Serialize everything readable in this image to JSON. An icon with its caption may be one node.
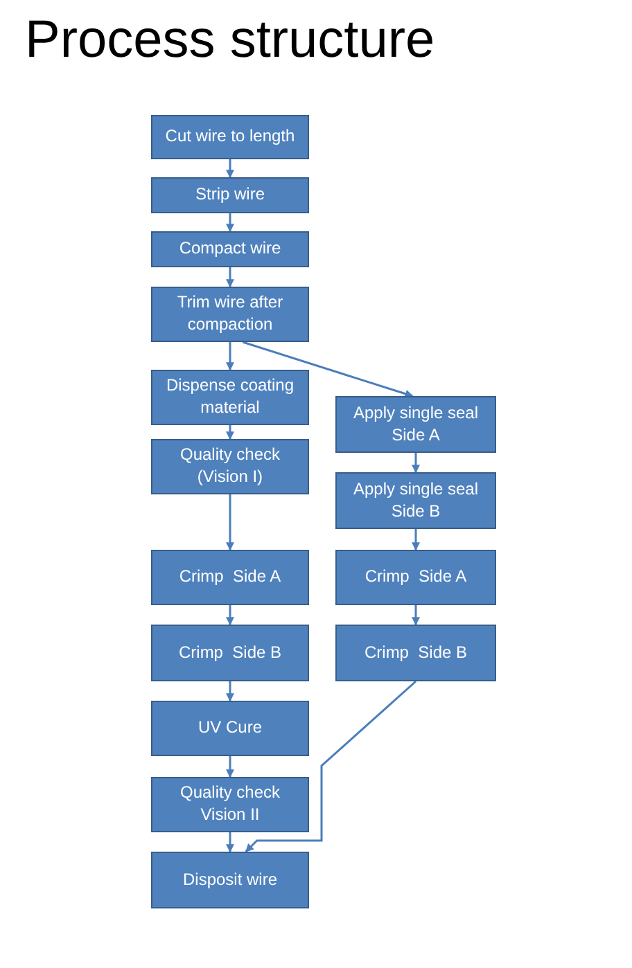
{
  "diagram": {
    "title": "Process structure",
    "nodes": [
      {
        "text": [
          "Cut wire to length"
        ]
      },
      {
        "text": [
          "Strip wire"
        ]
      },
      {
        "text": [
          "Compact wire"
        ]
      },
      {
        "text": [
          "Trim wire after compaction"
        ]
      },
      {
        "text": [
          "Dispense coating material"
        ]
      },
      {
        "text": [
          "Apply single seal Side A"
        ]
      },
      {
        "text": [
          "Quality check (Vision I)"
        ]
      },
      {
        "text": [
          "Apply single seal Side B"
        ]
      },
      {
        "text": [
          "Crimp  Side A"
        ]
      },
      {
        "text": [
          "Crimp  Side A"
        ]
      },
      {
        "text": [
          "Crimp  Side B"
        ]
      },
      {
        "text": [
          "Crimp  Side B"
        ]
      },
      {
        "text": [
          "UV Cure"
        ]
      },
      {
        "text": [
          "Quality check Vision II"
        ]
      },
      {
        "text": [
          "Disposit wire"
        ]
      }
    ],
    "edges": [
      {
        "from": 0,
        "to": 1,
        "arrow": "to"
      },
      {
        "from": 1,
        "to": 2,
        "arrow": "to"
      },
      {
        "from": 2,
        "to": 3,
        "arrow": "to"
      },
      {
        "from": 3,
        "to": 4,
        "arrow": "to"
      },
      {
        "from": 3,
        "to": 5,
        "arrow": "to"
      },
      {
        "from": 4,
        "to": 6,
        "arrow": "to"
      },
      {
        "from": 6,
        "to": 8,
        "arrow": "to"
      },
      {
        "from": 5,
        "to": 7,
        "arrow": "to"
      },
      {
        "from": 7,
        "to": 9,
        "arrow": "to"
      },
      {
        "from": 8,
        "to": 10,
        "arrow": "to"
      },
      {
        "from": 9,
        "to": 11,
        "arrow": "to"
      },
      {
        "from": 10,
        "to": 12,
        "arrow": "to"
      },
      {
        "from": 12,
        "to": 13,
        "arrow": "to"
      },
      {
        "from": 13,
        "to": 14,
        "arrow": "to"
      },
      {
        "from": 11,
        "to": 14,
        "arrow": "to"
      }
    ]
  }
}
